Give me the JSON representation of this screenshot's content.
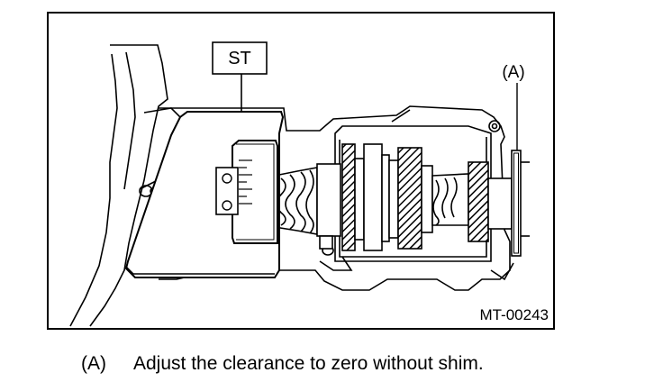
{
  "figure": {
    "st_label": "ST",
    "a_label": "(A)",
    "figure_code": "MT-00243"
  },
  "caption": {
    "key": "(A)",
    "text": "Adjust the clearance to zero without shim."
  }
}
